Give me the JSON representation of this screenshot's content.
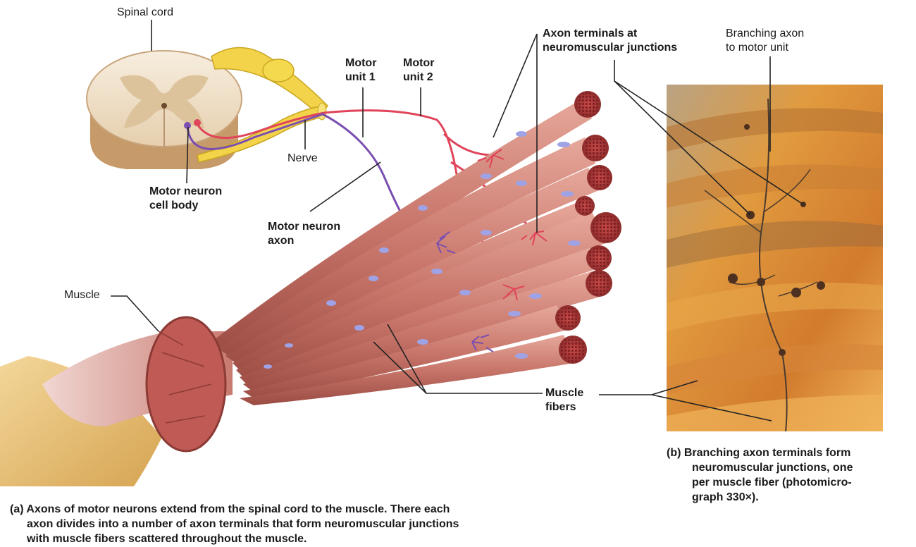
{
  "labels": {
    "spinal_cord": "Spinal cord",
    "nerve": "Nerve",
    "motor_neuron_cell_body": [
      "Motor neuron",
      "cell body"
    ],
    "motor_unit_1": [
      "Motor",
      "unit 1"
    ],
    "motor_unit_2": [
      "Motor",
      "unit 2"
    ],
    "motor_neuron_axon": [
      "Motor neuron",
      "axon"
    ],
    "axon_terminals": [
      "Axon terminals at",
      "neuromuscular junctions"
    ],
    "branching_axon": [
      "Branching axon",
      "to motor unit"
    ],
    "muscle": "Muscle",
    "muscle_fibers": [
      "Muscle",
      "fibers"
    ]
  },
  "captions": {
    "a": [
      "(a) Axons of motor neurons extend from the spinal cord to the muscle. There each",
      "axon divides into a number of axon terminals that form neuromuscular junctions",
      "with muscle fibers scattered throughout the muscle."
    ],
    "b": [
      "(b) Branching axon terminals form",
      "neuromuscular junctions, one",
      "per muscle fiber (photomicro-",
      "graph 330×)."
    ]
  },
  "colors": {
    "muscle": "#c8756a",
    "muscle_dark": "#a34e45",
    "fiber_end": "#b83b3b",
    "nucleus": "#9fa3e6",
    "motor_unit_1_axon": "#7a4fb0",
    "motor_unit_2_axon": "#e0445a",
    "nerve": "#f2d34a",
    "spinal_cord": "#f3e6d0",
    "gray_matter": "#dcc39b",
    "photo_base": "#d9892e",
    "leader_line": "#222222"
  }
}
